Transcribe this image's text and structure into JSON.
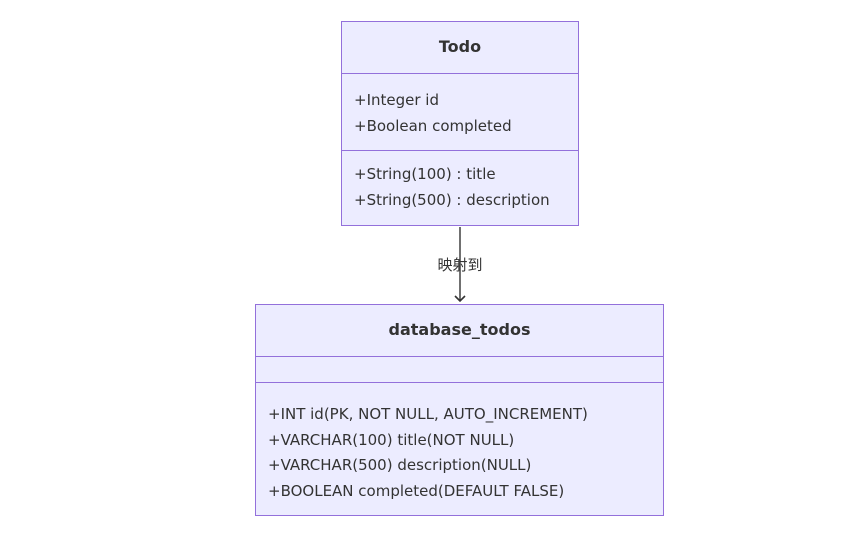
{
  "classes": {
    "todo": {
      "name": "Todo",
      "attributes": [
        "+Integer id",
        "+Boolean completed"
      ],
      "methods": [
        "+String(100) : title",
        "+String(500) : description"
      ]
    },
    "db": {
      "name": "database_todos",
      "attributes": [],
      "methods": [
        "+INT id(PK, NOT NULL, AUTO_INCREMENT)",
        "+VARCHAR(100) title(NOT NULL)",
        "+VARCHAR(500) description(NULL)",
        "+BOOLEAN completed(DEFAULT FALSE)"
      ]
    }
  },
  "relation": {
    "label": "映射到"
  },
  "colors": {
    "box_fill": "#ECECFF",
    "box_border": "#9370DB",
    "text": "#333333",
    "edge": "#333333"
  }
}
